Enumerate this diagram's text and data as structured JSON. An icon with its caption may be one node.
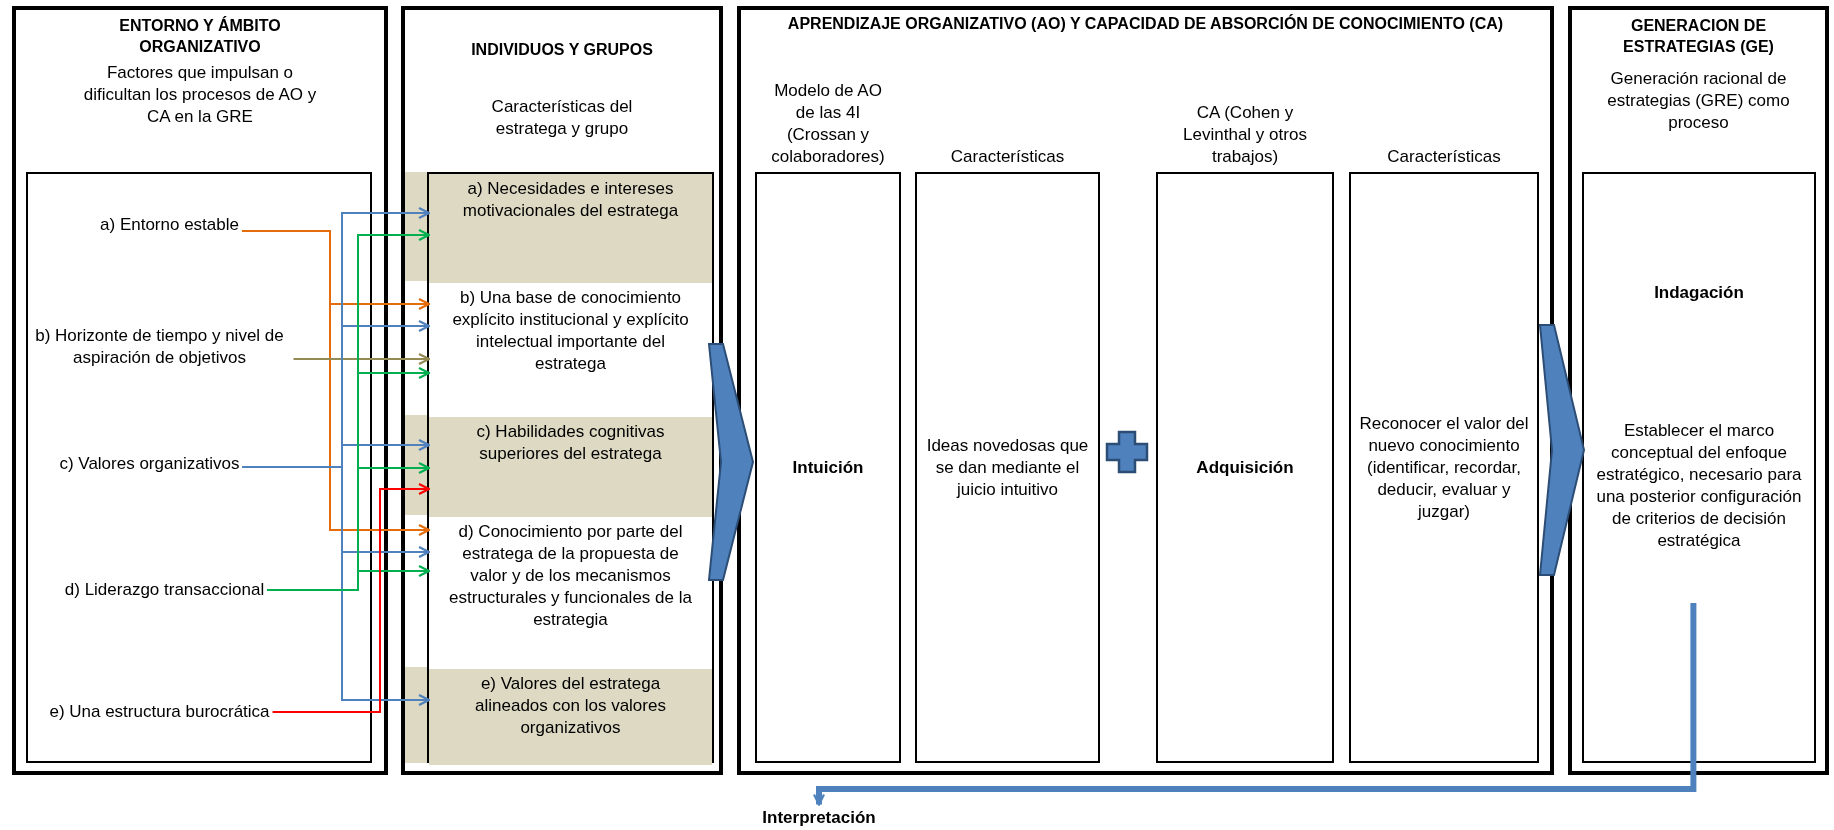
{
  "diagram": {
    "nodes": [
      {
        "text": [
          "ENTORNO Y ÁMBITO ORGANIZATIVO",
          "Factores que impulsan o dificultan los procesos de AO y CA en la GRE"
        ]
      },
      {
        "text": [],
        "shape": "box",
        "in": 0
      },
      {
        "text": [
          "a) Entorno estable"
        ],
        "in": 1
      },
      {
        "text": [
          "b) Horizonte de tiempo y nivel de aspiración de objetivos"
        ],
        "in": 1
      },
      {
        "text": [
          "c) Valores organizativos"
        ],
        "in": 1
      },
      {
        "text": [
          "d) Liderazgo transaccional"
        ],
        "in": 1
      },
      {
        "text": [
          "e) Una estructura burocrática"
        ],
        "in": 1
      },
      {
        "text": [
          "INDIVIDUOS Y GRUPOS",
          "Características del estratega y grupo"
        ]
      },
      {
        "text": [],
        "shape": "box",
        "in": 7
      },
      {
        "text": [
          "a) Necesidades e intereses motivacionales del estratega"
        ],
        "in": 8
      },
      {
        "text": [
          "b) Una base de conocimiento explícito institucional y explícito intelectual importante del estratega"
        ],
        "in": 8
      },
      {
        "text": [
          "c) Habilidades cognitivas superiores del estratega"
        ],
        "in": 8
      },
      {
        "text": [
          "d) Conocimiento por parte del estratega de la propuesta de valor y de los mecanismos estructurales y funcionales de la estrategia"
        ],
        "in": 8
      },
      {
        "text": [
          "e) Valores del estratega alineados con los valores organizativos"
        ],
        "in": 8
      },
      {
        "text": [
          "APRENDIZAJE ORGANIZATIVO (AO) Y CAPACIDAD DE ABSORCIÓN DE CONOCIMIENTO (CA)"
        ]
      },
      {
        "text": [
          "Modelo de AO de las 4I (Crossan y colaboradores)",
          "Intuición"
        ],
        "in": 14
      },
      {
        "text": [
          "Características",
          "Ideas novedosas que se dan mediante el juicio intuitivo"
        ],
        "in": 14
      },
      {
        "text": [
          "CA (Cohen y Levinthal y otros trabajos)",
          "Adquisición"
        ],
        "in": 14
      },
      {
        "text": [
          "Características",
          "Reconocer el valor del nuevo conocimiento (identificar, recordar, deducir, evaluar y juzgar)"
        ],
        "in": 14
      },
      {
        "text": [
          "GENERACION DE ESTRATEGIAS (GE)",
          "Generación racional de estrategias (GRE) como proceso"
        ]
      },
      {
        "text": [
          "Indagación",
          "Establecer el marco conceptual del enfoque estratégico, necesario para una posterior configuración de criterios de decisión estratégica"
        ],
        "in": 19
      },
      {
        "text": [
          "Interpretación"
        ]
      }
    ],
    "edges": [
      {
        "from": 2,
        "to": 10,
        "arrow": "to",
        "color": "#e46c0a"
      },
      {
        "from": 2,
        "to": 12,
        "arrow": "to",
        "color": "#e46c0a"
      },
      {
        "from": 3,
        "to": 10,
        "arrow": "to",
        "color": "#948a54"
      },
      {
        "from": 4,
        "to": 9,
        "arrow": "to"
      },
      {
        "from": 4,
        "to": 10,
        "arrow": "to"
      },
      {
        "from": 4,
        "to": 11,
        "arrow": "to"
      },
      {
        "from": 4,
        "to": 12,
        "arrow": "to"
      },
      {
        "from": 4,
        "to": 13,
        "arrow": "to"
      },
      {
        "from": 5,
        "to": 9,
        "arrow": "to",
        "color": "#00b050"
      },
      {
        "from": 5,
        "to": 10,
        "arrow": "to",
        "color": "#00b050"
      },
      {
        "from": 5,
        "to": 11,
        "arrow": "to",
        "color": "#00b050"
      },
      {
        "from": 5,
        "to": 12,
        "arrow": "to",
        "color": "#00b050"
      },
      {
        "from": 6,
        "to": 11,
        "arrow": "to",
        "color": "#ff0000"
      },
      {
        "from": 7,
        "to": 14,
        "arrow": "to",
        "style": "thick"
      },
      {
        "from": 14,
        "to": 19,
        "arrow": "to",
        "style": "thick"
      },
      {
        "from": 20,
        "to": 21,
        "arrow": "to",
        "style": "thick"
      }
    ]
  }
}
